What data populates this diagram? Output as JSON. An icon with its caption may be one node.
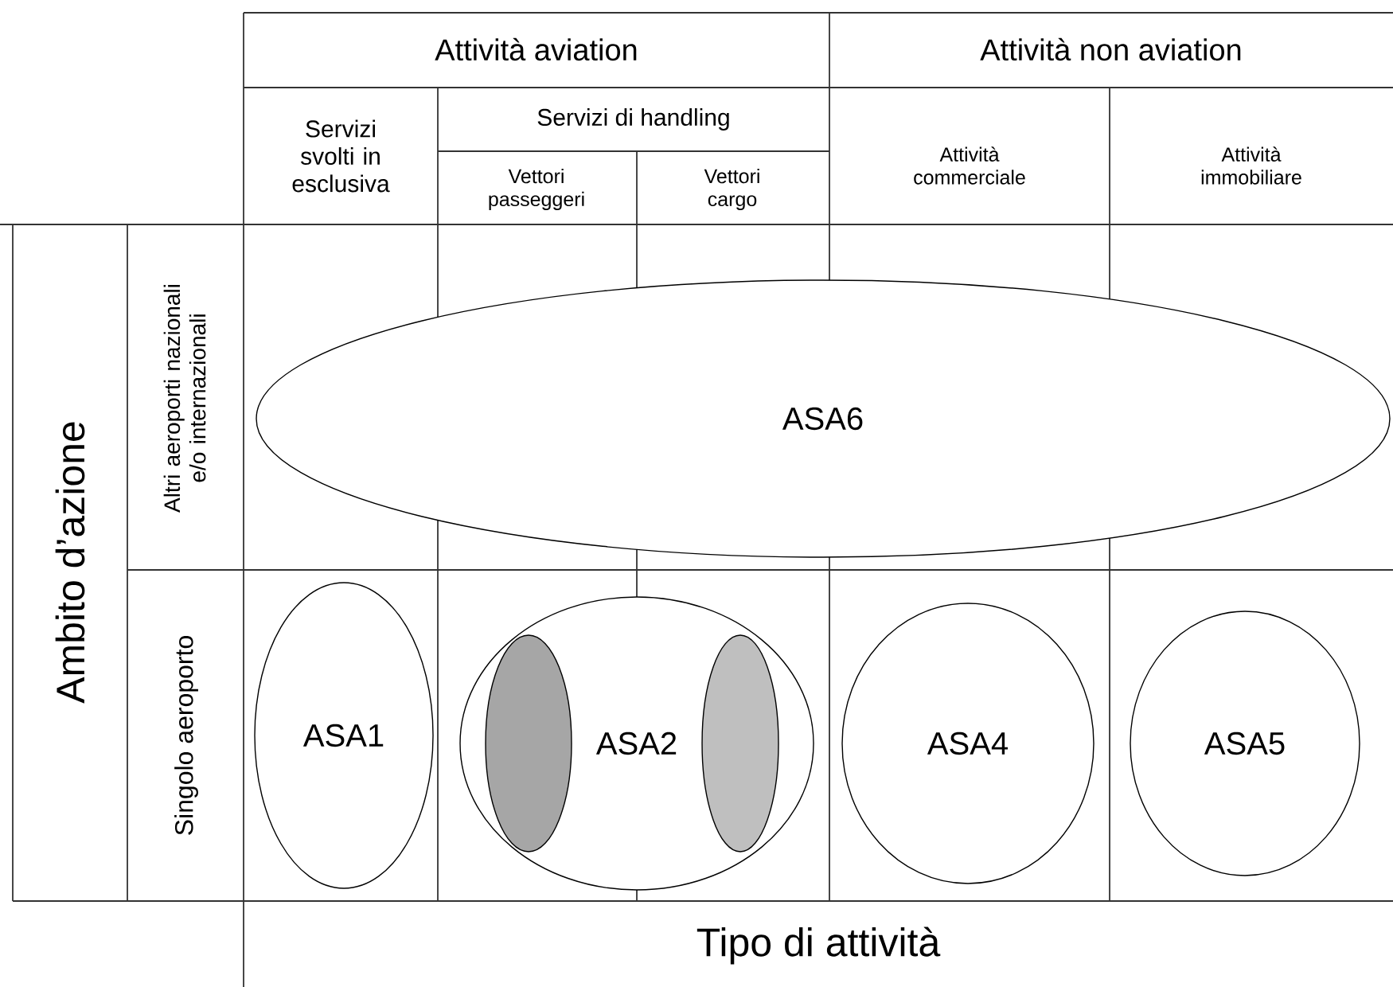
{
  "diagram": {
    "nodes": [
      {
        "text": [
          "ASA6"
        ]
      },
      {
        "text": [
          "ASA1"
        ]
      },
      {
        "text": [
          "ASA2"
        ]
      },
      {
        "text": [],
        "shape": "ellipse",
        "in": 2
      },
      {
        "text": [],
        "shape": "ellipse",
        "in": 2
      },
      {
        "text": [
          "ASA4"
        ]
      },
      {
        "text": [
          "ASA5"
        ]
      }
    ],
    "edges": [],
    "labels": [
      "Attività aviation",
      "Attività non aviation",
      "Servizi svolti in esclusiva",
      "Servizi di handling",
      "Vettori passeggeri",
      "Vettori cargo",
      "Attività commerciale",
      "Attività immobiliare",
      "Ambito d’azione",
      "Altri aeroporti nazionali e/o internazionali",
      "Singolo aeroporto",
      "Tipo di attività"
    ]
  }
}
